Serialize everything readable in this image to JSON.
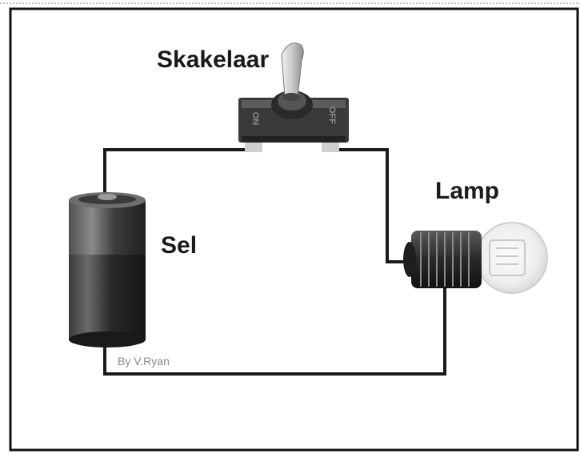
{
  "labels": {
    "switch": "Skakelaar",
    "lamp": "Lamp",
    "cell": "Sel",
    "credit": "By V.Ryan",
    "switch_on": "ON",
    "switch_off": "OFF"
  },
  "colors": {
    "wire": "#1a1a1a",
    "frame": "#111111",
    "cell_body": "#2b2b2b",
    "lamp_glass": "#e3e3e3",
    "switch_base": "#333333"
  },
  "icons": {
    "switch": "toggle-switch-icon",
    "lamp": "light-bulb-icon",
    "cell": "battery-cell-icon"
  }
}
